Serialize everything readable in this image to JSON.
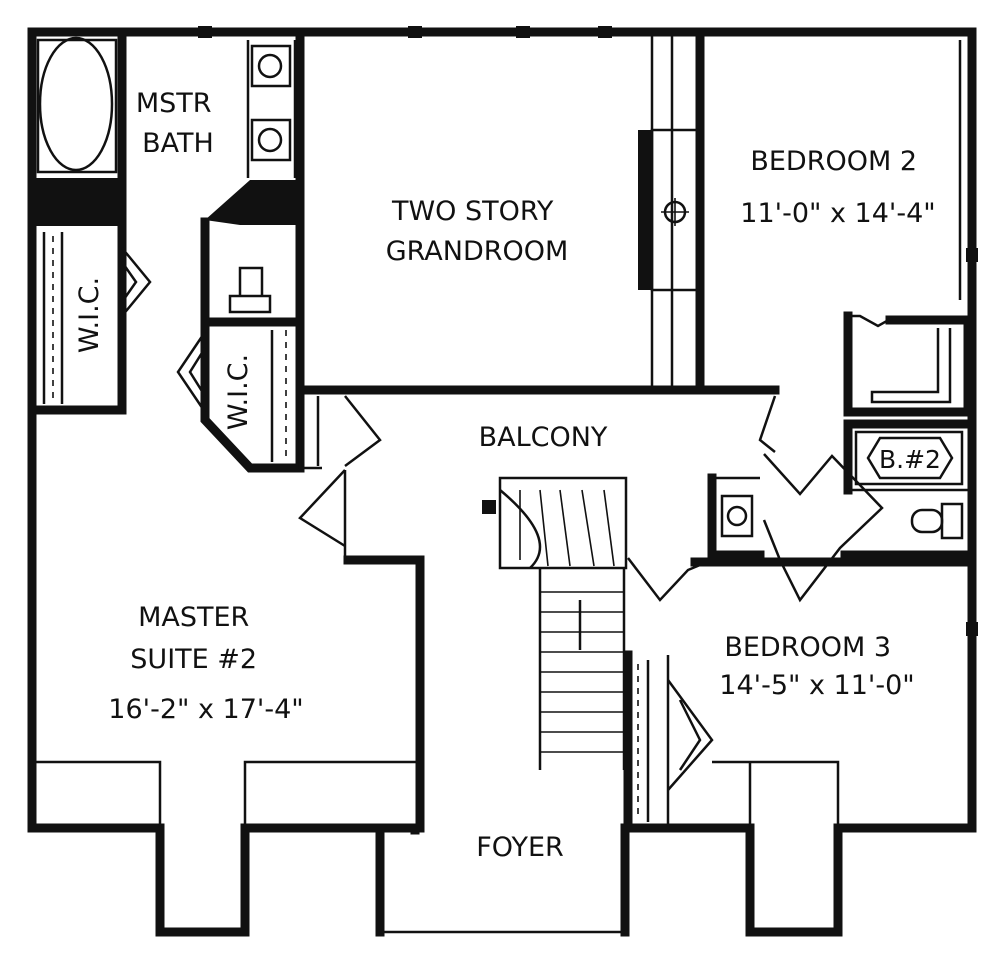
{
  "plan": {
    "rooms": {
      "mstr_bath": {
        "line1": "MSTR",
        "line2": "BATH"
      },
      "wic_left": {
        "label": "W.I.C."
      },
      "wic_center": {
        "label": "W.I.C."
      },
      "grandroom": {
        "line1": "TWO STORY",
        "line2": "GRANDROOM"
      },
      "bedroom2": {
        "name": "BEDROOM 2",
        "dims": "11'-0\" x 14'-4\""
      },
      "balcony": {
        "label": "BALCONY"
      },
      "bath2": {
        "label": "B.#2"
      },
      "master_suite": {
        "line1": "MASTER",
        "line2": "SUITE #2",
        "dims": "16'-2\" x 17'-4\""
      },
      "bedroom3": {
        "name": "BEDROOM 3",
        "dims": "14'-5\" x 11'-0\""
      },
      "foyer": {
        "label": "FOYER"
      }
    }
  },
  "colors": {
    "ink": "#111111",
    "paper": "#ffffff"
  }
}
